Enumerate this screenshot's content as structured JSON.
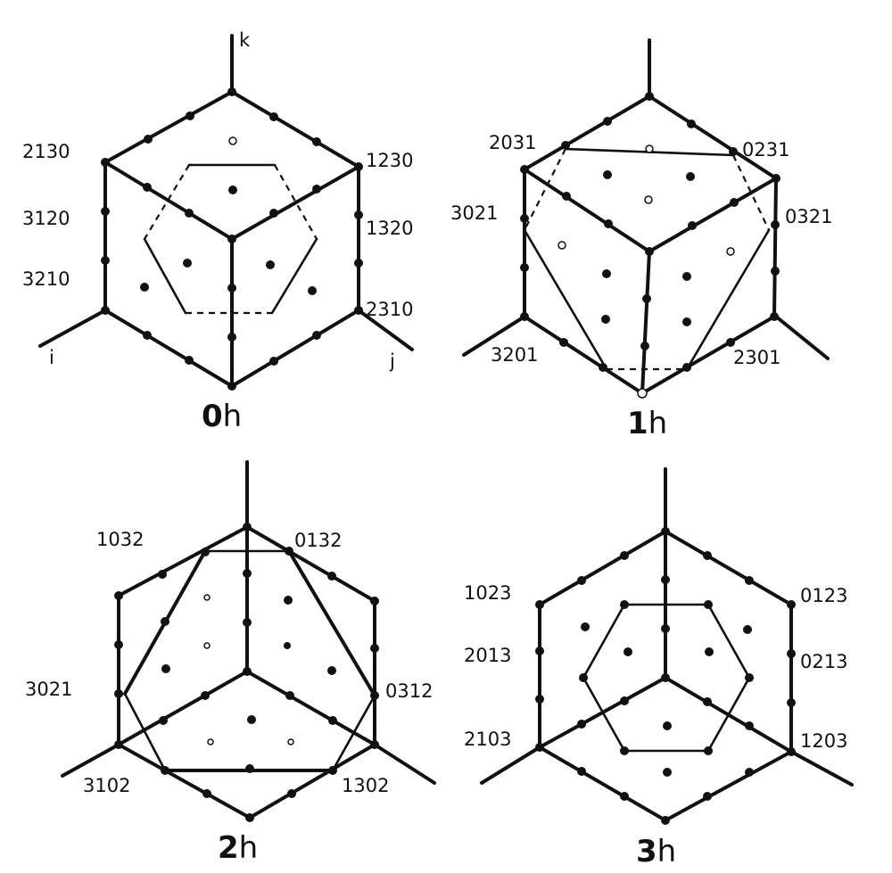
{
  "panels": [
    {
      "id": "0h",
      "caption_bold": "0",
      "caption_rest": "h",
      "axis_labels": {
        "i": "i",
        "j": "j",
        "k": "k"
      },
      "vertex_labels": [
        "2130",
        "1230",
        "3120",
        "1320",
        "3210",
        "2310"
      ]
    },
    {
      "id": "1h",
      "caption_bold": "1",
      "caption_rest": "h",
      "vertex_labels": [
        "2031",
        "0231",
        "3021",
        "0321",
        "3201",
        "2301"
      ]
    },
    {
      "id": "2h",
      "caption_bold": "2",
      "caption_rest": "h",
      "vertex_labels": [
        "1032",
        "0132",
        "3021",
        "0312",
        "3102",
        "1302"
      ]
    },
    {
      "id": "3h",
      "caption_bold": "3",
      "caption_rest": "h",
      "vertex_labels": [
        "1023",
        "0123",
        "2013",
        "0213",
        "2103",
        "1203"
      ]
    }
  ]
}
